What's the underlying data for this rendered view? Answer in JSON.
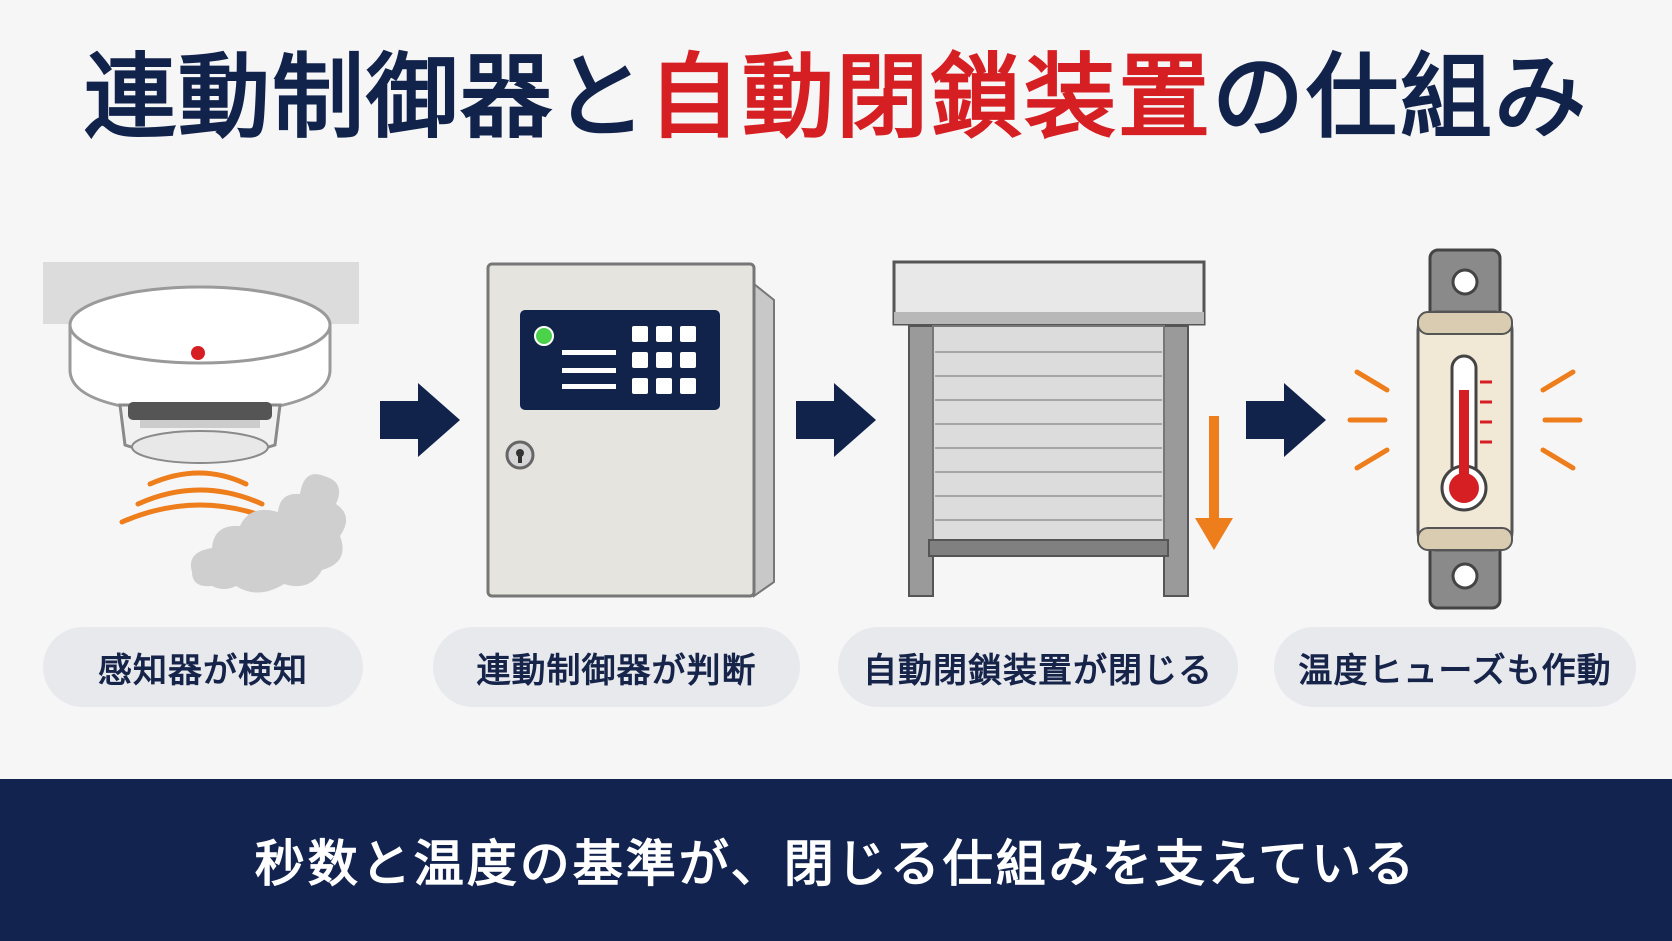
{
  "title": {
    "part1": "連動制御器と",
    "part2": "自動閉鎖装置",
    "part3": "の仕組み"
  },
  "steps": [
    {
      "label": "感知器が検知",
      "icon": "smoke-detector-icon"
    },
    {
      "label": "連動制御器が判断",
      "icon": "control-panel-icon"
    },
    {
      "label": "自動閉鎖装置が閉じる",
      "icon": "shutter-icon"
    },
    {
      "label": "温度ヒューズも作動",
      "icon": "thermal-fuse-icon"
    }
  ],
  "footer": {
    "text": "秒数と温度の基準が、閉じる仕組みを支えている"
  },
  "colors": {
    "navy": "#12234b",
    "red": "#d61f23",
    "orange": "#ee7d1b",
    "led_green": "#4cd14a"
  }
}
